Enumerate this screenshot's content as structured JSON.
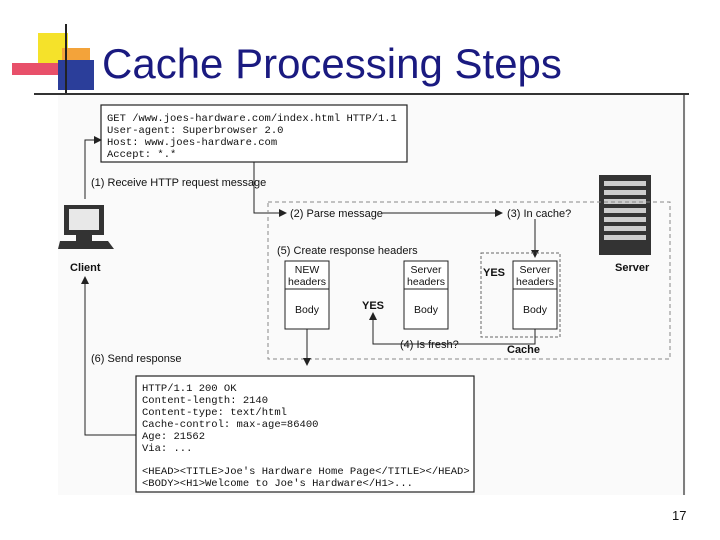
{
  "slide": {
    "title": "Cache Processing Steps",
    "page_number": "17"
  },
  "diagram": {
    "request_lines": [
      "GET /www.joes-hardware.com/index.html HTTP/1.1",
      "User-agent: Superbrowser 2.0",
      "Host: www.joes-hardware.com",
      "Accept: *.*"
    ],
    "response_lines": [
      "HTTP/1.1 200 OK",
      "Content-length: 2140",
      "Content-type: text/html",
      "Cache-control: max-age=86400",
      "Age: 21562",
      "Via: ...",
      "",
      "<HEAD><TITLE>Joe's Hardware Home Page</TITLE></HEAD>",
      "<BODY><H1>Welcome to Joe's Hardware</H1>..."
    ],
    "steps": {
      "step1": "(1) Receive HTTP request message",
      "step2": "(2) Parse message",
      "step3": "(3) In cache?",
      "step4": "(4) Is fresh?",
      "step5": "(5) Create response headers",
      "step6": "(6) Send response"
    },
    "labels": {
      "client": "Client",
      "server": "Server",
      "cache": "Cache",
      "yes_cache": "YES",
      "yes_fresh": "YES",
      "new_headers_1": "NEW",
      "new_headers_2": "headers",
      "server_headers_1": "Server",
      "server_headers_2": "headers",
      "cached_headers_1": "Server",
      "cached_headers_2": "headers",
      "body": "Body"
    }
  }
}
